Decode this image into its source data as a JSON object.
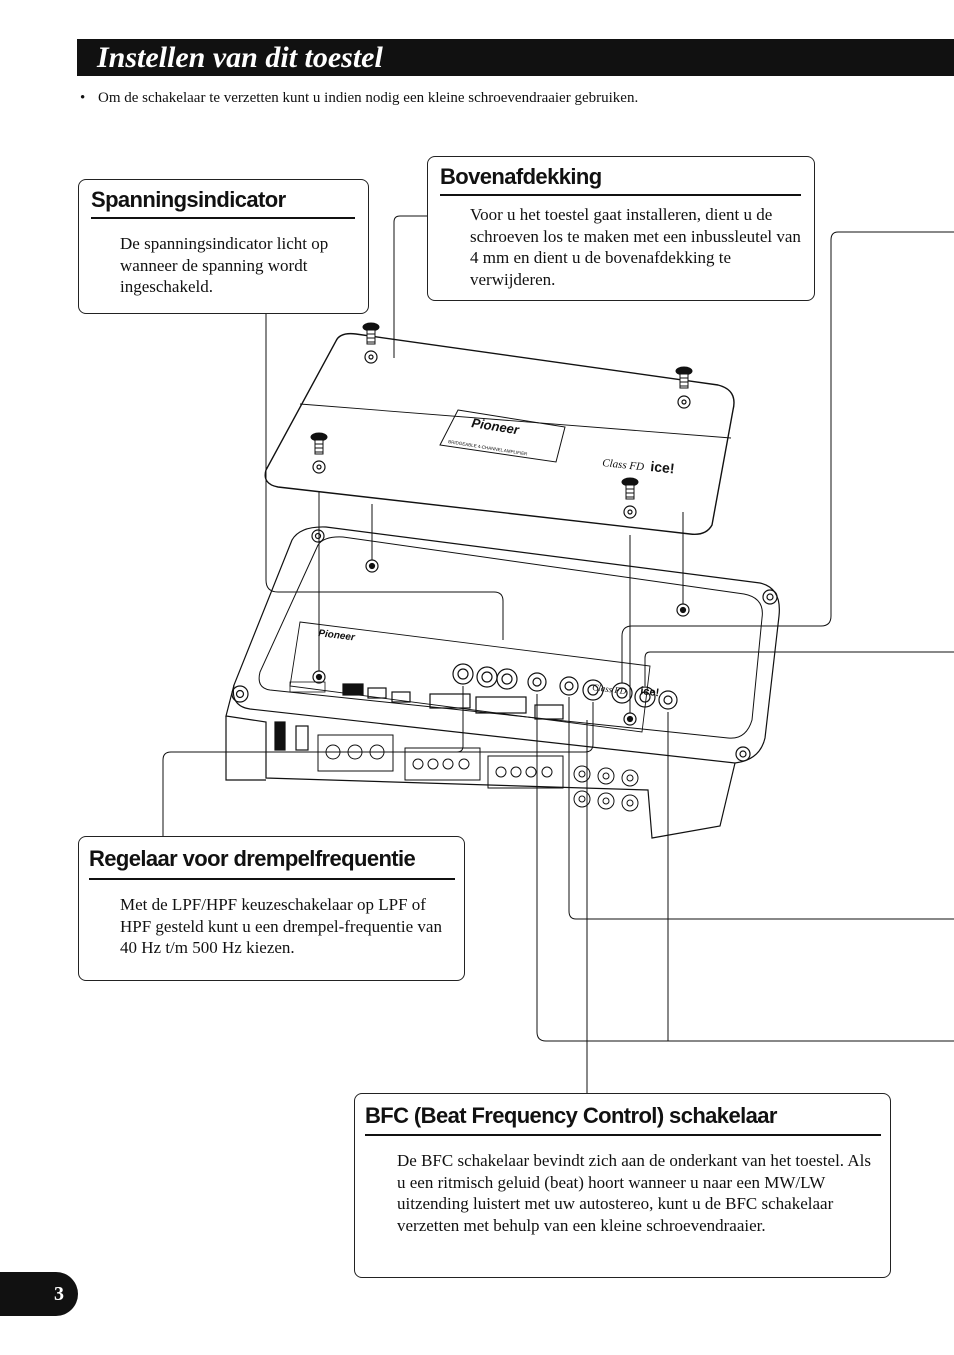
{
  "page": {
    "title": "Instellen van dit toestel",
    "note_bullet": "•",
    "note": "Om de schakelaar te verzetten kunt u indien nodig een kleine schroevendraaier gebruiken.",
    "page_number": "3"
  },
  "callouts": {
    "power_indicator": {
      "title": "Spanningsindicator",
      "text": "De spanningsindicator licht op wanneer de spanning wordt ingeschakeld."
    },
    "top_cover": {
      "title": "Bovenafdekking",
      "text": "Voor u het toestel gaat installeren, dient u de schroeven los te maken met een inbussleutel van 4 mm en dient u de bovenafdekking te verwijderen."
    },
    "cutoff_control": {
      "title": "Regelaar voor drempelfrequentie",
      "text": "Met de LPF/HPF keuzeschakelaar op LPF of HPF gesteld kunt u een drempel-frequentie van 40 Hz t/m 500 Hz kiezen."
    },
    "bfc_switch": {
      "title": "BFC (Beat Frequency Control) schakelaar",
      "text": "De BFC schakelaar bevindt zich aan de onderkant van het toestel. Als u een ritmisch geluid (beat) hoort wanneer u naar een MW/LW uitzending luistert met uw autostereo, kunt u de BFC schakelaar verzetten met behulp van een kleine schroevendraaier."
    }
  },
  "illustration": {
    "brand_cover": "Pioneer",
    "brand_panel": "Pioneer",
    "cover_subtitle": "BRIDGEABLE 4-CHANNEL AMPLIFIER",
    "class_label": "Class FD",
    "ice_logo": "ice!"
  }
}
